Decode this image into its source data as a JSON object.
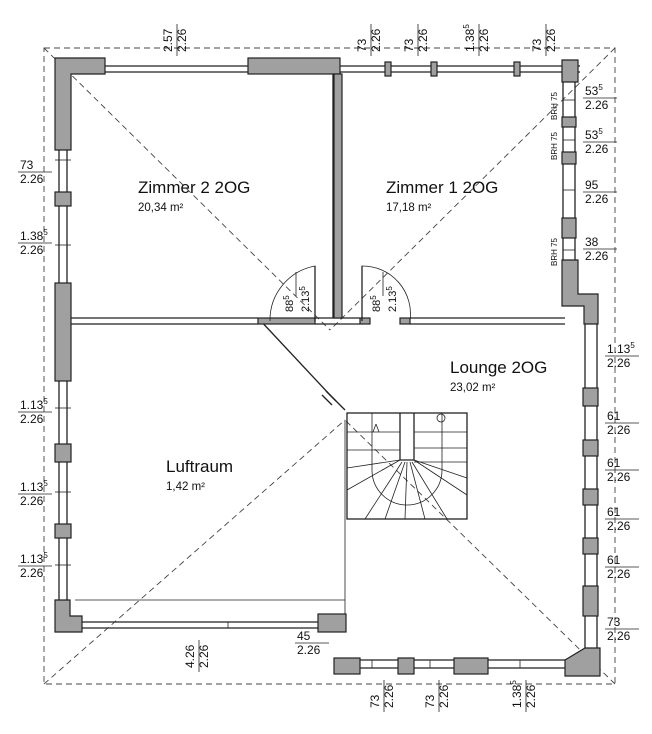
{
  "rooms": [
    {
      "name": "Zimmer 2 2OG",
      "area": "20,34 m²"
    },
    {
      "name": "Zimmer 1 2OG",
      "area": "17,18 m²"
    },
    {
      "name": "Lounge 2OG",
      "area": "23,02 m²"
    },
    {
      "name": "Luftraum",
      "area": "1,42 m²"
    }
  ],
  "top_dims": [
    {
      "w": "2.57",
      "h": "2.26"
    },
    {
      "w": "73",
      "h": "2.26"
    },
    {
      "w": "73",
      "h": "2.26"
    },
    {
      "w": "1.38",
      "sup": "5",
      "h": "2.26"
    },
    {
      "w": "73",
      "h": "2.26"
    }
  ],
  "left_dims": [
    {
      "w": "73",
      "h": "2.26"
    },
    {
      "w": "1.38",
      "sup": "5",
      "h": "2.26"
    },
    {
      "w": "1.13",
      "sup": "5",
      "h": "2.26"
    },
    {
      "w": "1.13",
      "sup": "5",
      "h": "2.26"
    },
    {
      "w": "1.13",
      "sup": "5",
      "h": "2.26"
    }
  ],
  "right_dims": [
    {
      "w": "53",
      "sup": "5",
      "h": "2.26"
    },
    {
      "w": "53",
      "sup": "5",
      "h": "2.26"
    },
    {
      "w": "95",
      "h": "2.26"
    },
    {
      "w": "38",
      "h": "2.26"
    },
    {
      "w": "1.13",
      "sup": "5",
      "h": "2.26"
    },
    {
      "w": "61",
      "h": "2.26"
    },
    {
      "w": "61",
      "h": "2.26"
    },
    {
      "w": "61",
      "h": "2.26"
    },
    {
      "w": "61",
      "h": "2.26"
    },
    {
      "w": "73",
      "h": "2.26"
    }
  ],
  "bottom_dims": [
    {
      "w": "4.26",
      "h": "2.26"
    },
    {
      "w": "45",
      "h": "2.26"
    },
    {
      "w": "73",
      "h": "2.26"
    },
    {
      "w": "73",
      "h": "2.26"
    },
    {
      "w": "1.38",
      "sup": "5",
      "h": "2.26"
    }
  ],
  "brh_labels": [
    "BRH 75",
    "BRH 75",
    "BRH 75"
  ],
  "doors": [
    {
      "w": "88",
      "sup": "5",
      "h": "2.13",
      "sup2": "5"
    },
    {
      "w": "88",
      "sup": "5",
      "h": "2.13",
      "sup2": "5"
    }
  ],
  "colors": {
    "wall_fill": "#a0a0a0",
    "line": "#222222",
    "background": "#ffffff"
  }
}
